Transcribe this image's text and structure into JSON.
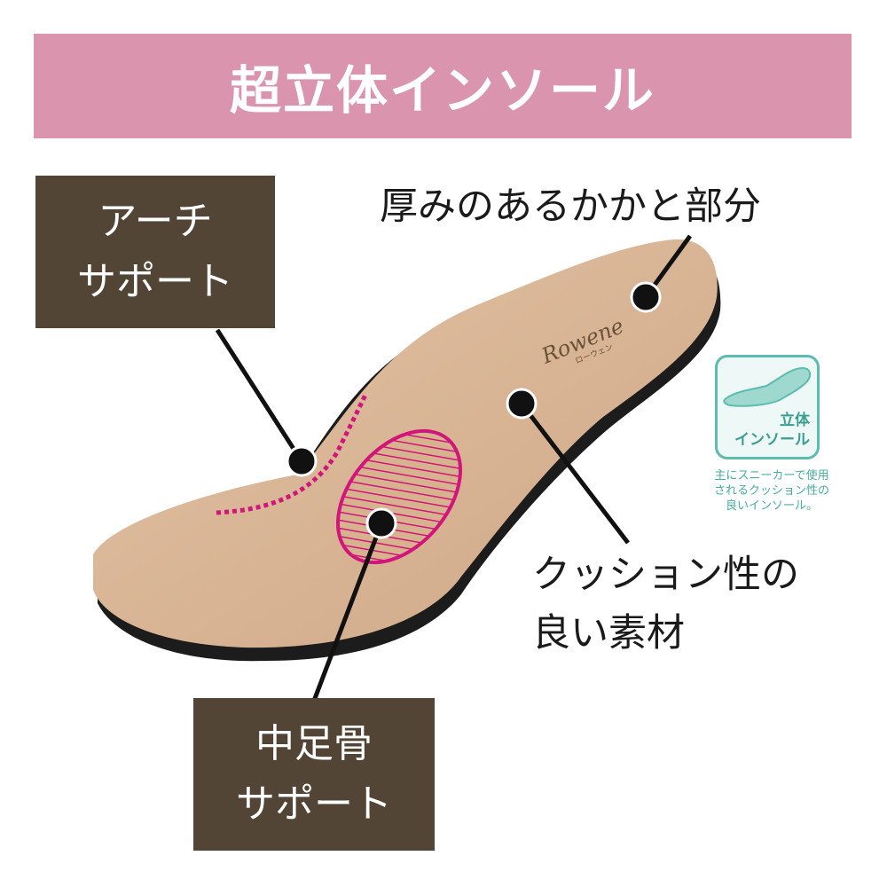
{
  "header": {
    "title": "超立体インソール"
  },
  "labels": {
    "arch_support": [
      "アーチ",
      "サポート"
    ],
    "metatarsal_support": [
      "中足骨",
      "サポート"
    ],
    "heel": "厚みのあるかかと部分",
    "cushion": [
      "クッション性の",
      "良い素材"
    ]
  },
  "badge": {
    "line1": "立体",
    "line2": "インソール",
    "note": [
      "主にスニーカーで使用",
      "されるクッション性の",
      "良いインソール。"
    ]
  },
  "logo": {
    "brand": "Rowene",
    "sub": "ローウェン"
  },
  "colors": {
    "header_bg": "#db94ad",
    "label_bg": "#524536",
    "insole": "#d9b696",
    "highlight": "#d1157a",
    "badge_accent": "#5cbcb0"
  }
}
